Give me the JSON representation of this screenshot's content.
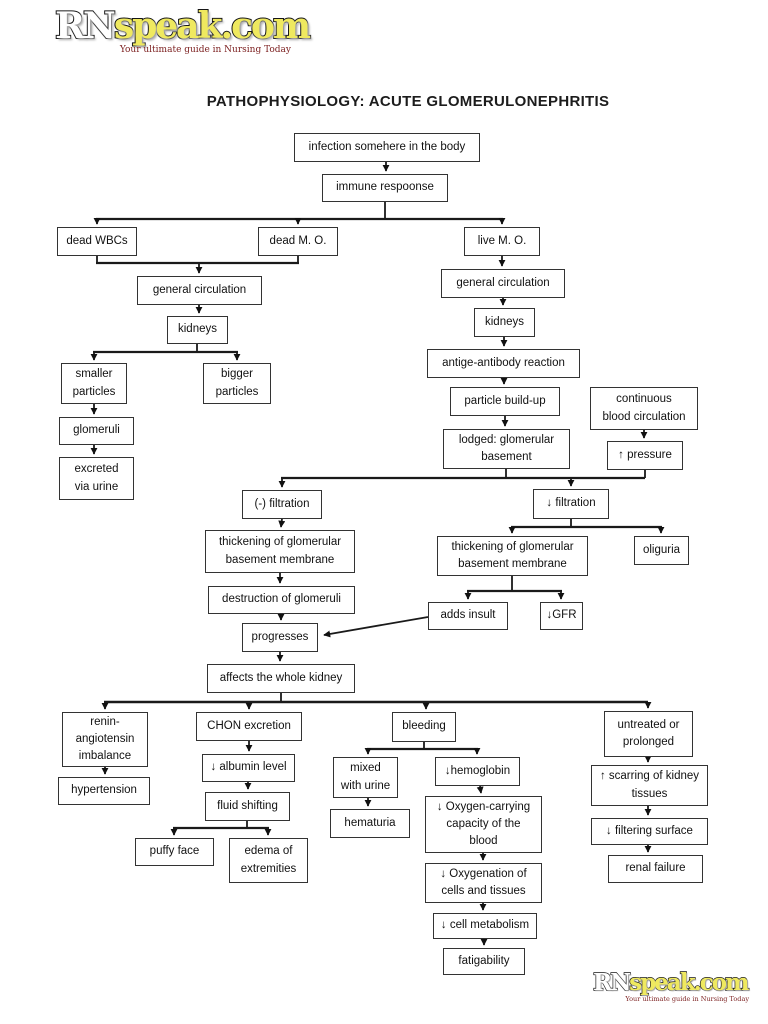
{
  "page": {
    "title": "PATHOPHYSIOLOGY: ACUTE GLOMERULONEPHRITIS"
  },
  "logo": {
    "brand_rn": "RN",
    "brand_rest": "speak.com",
    "tagline": "Your ultimate guide in Nursing Today"
  },
  "colors": {
    "line": "#1a1a1a",
    "box_border": "#333333",
    "logo_yellow": "#efe95f",
    "logo_tagline_red": "#7b1e1e"
  },
  "nodes": {
    "infection": "infection somehere in the body",
    "immune": "immune respoonse",
    "dead_wbcs": "dead WBCs",
    "dead_mo": "dead M. O.",
    "live_mo": "live M. O.",
    "general_circulation_left": "general circulation",
    "kidneys_left": "kidneys",
    "smaller_particles": "smaller\nparticles",
    "bigger_particles": "bigger\nparticles",
    "glomeruli": "glomeruli",
    "excreted_via_urine": "excreted\nvia urine",
    "general_circulation_right": "general circulation",
    "kidneys_right": "kidneys",
    "antigen_antibody": "antige-antibody reaction",
    "particle_buildup": "particle build-up",
    "continuous_blood": "continuous\nblood circulation",
    "lodged": "lodged: glomerular\nbasement",
    "pressure": "↑ pressure",
    "neg_filtration": "(-) filtration",
    "down_filtration": "↓ filtration",
    "thickening_left": "thickening of glomerular\nbasement membrane",
    "thickening_right": "thickening of glomerular\nbasement membrane",
    "oliguria": "oliguria",
    "destruction": "destruction of glomeruli",
    "adds_insult": "adds insult",
    "gfr": "↓GFR",
    "progresses": "progresses",
    "affects_whole_kidney": "affects the whole kidney",
    "renin": "renin-\nangiotensin\nimbalance",
    "hypertension": "hypertension",
    "chon": "CHON excretion",
    "albumin": "↓ albumin level",
    "fluid_shifting": "fluid shifting",
    "puffy_face": "puffy face",
    "edema": "edema of\nextremities",
    "bleeding": "bleeding",
    "mixed_with_urine": "mixed\nwith urine",
    "hematuria": "hematuria",
    "hemoglobin": "↓hemoglobin",
    "oxygen_carrying": "↓ Oxygen-carrying\ncapacity of the\nblood",
    "oxygenation": "↓ Oxygenation of\ncells and tissues",
    "cell_metabolism": "↓ cell metabolism",
    "fatigability": "fatigability",
    "untreated": "untreated or\nprolonged",
    "scarring": "↑ scarring of kidney\ntissues",
    "filtering_surface": "↓ filtering surface",
    "renal_failure": "renal failure"
  }
}
